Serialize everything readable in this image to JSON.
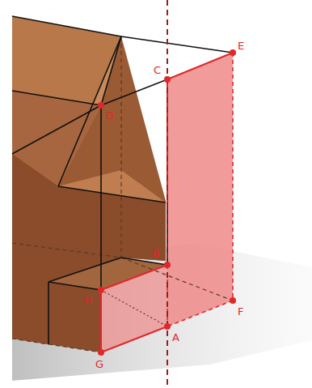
{
  "diagram": {
    "labels": [
      "E",
      "C",
      "D",
      "B",
      "H",
      "F",
      "A",
      "G"
    ]
  }
}
